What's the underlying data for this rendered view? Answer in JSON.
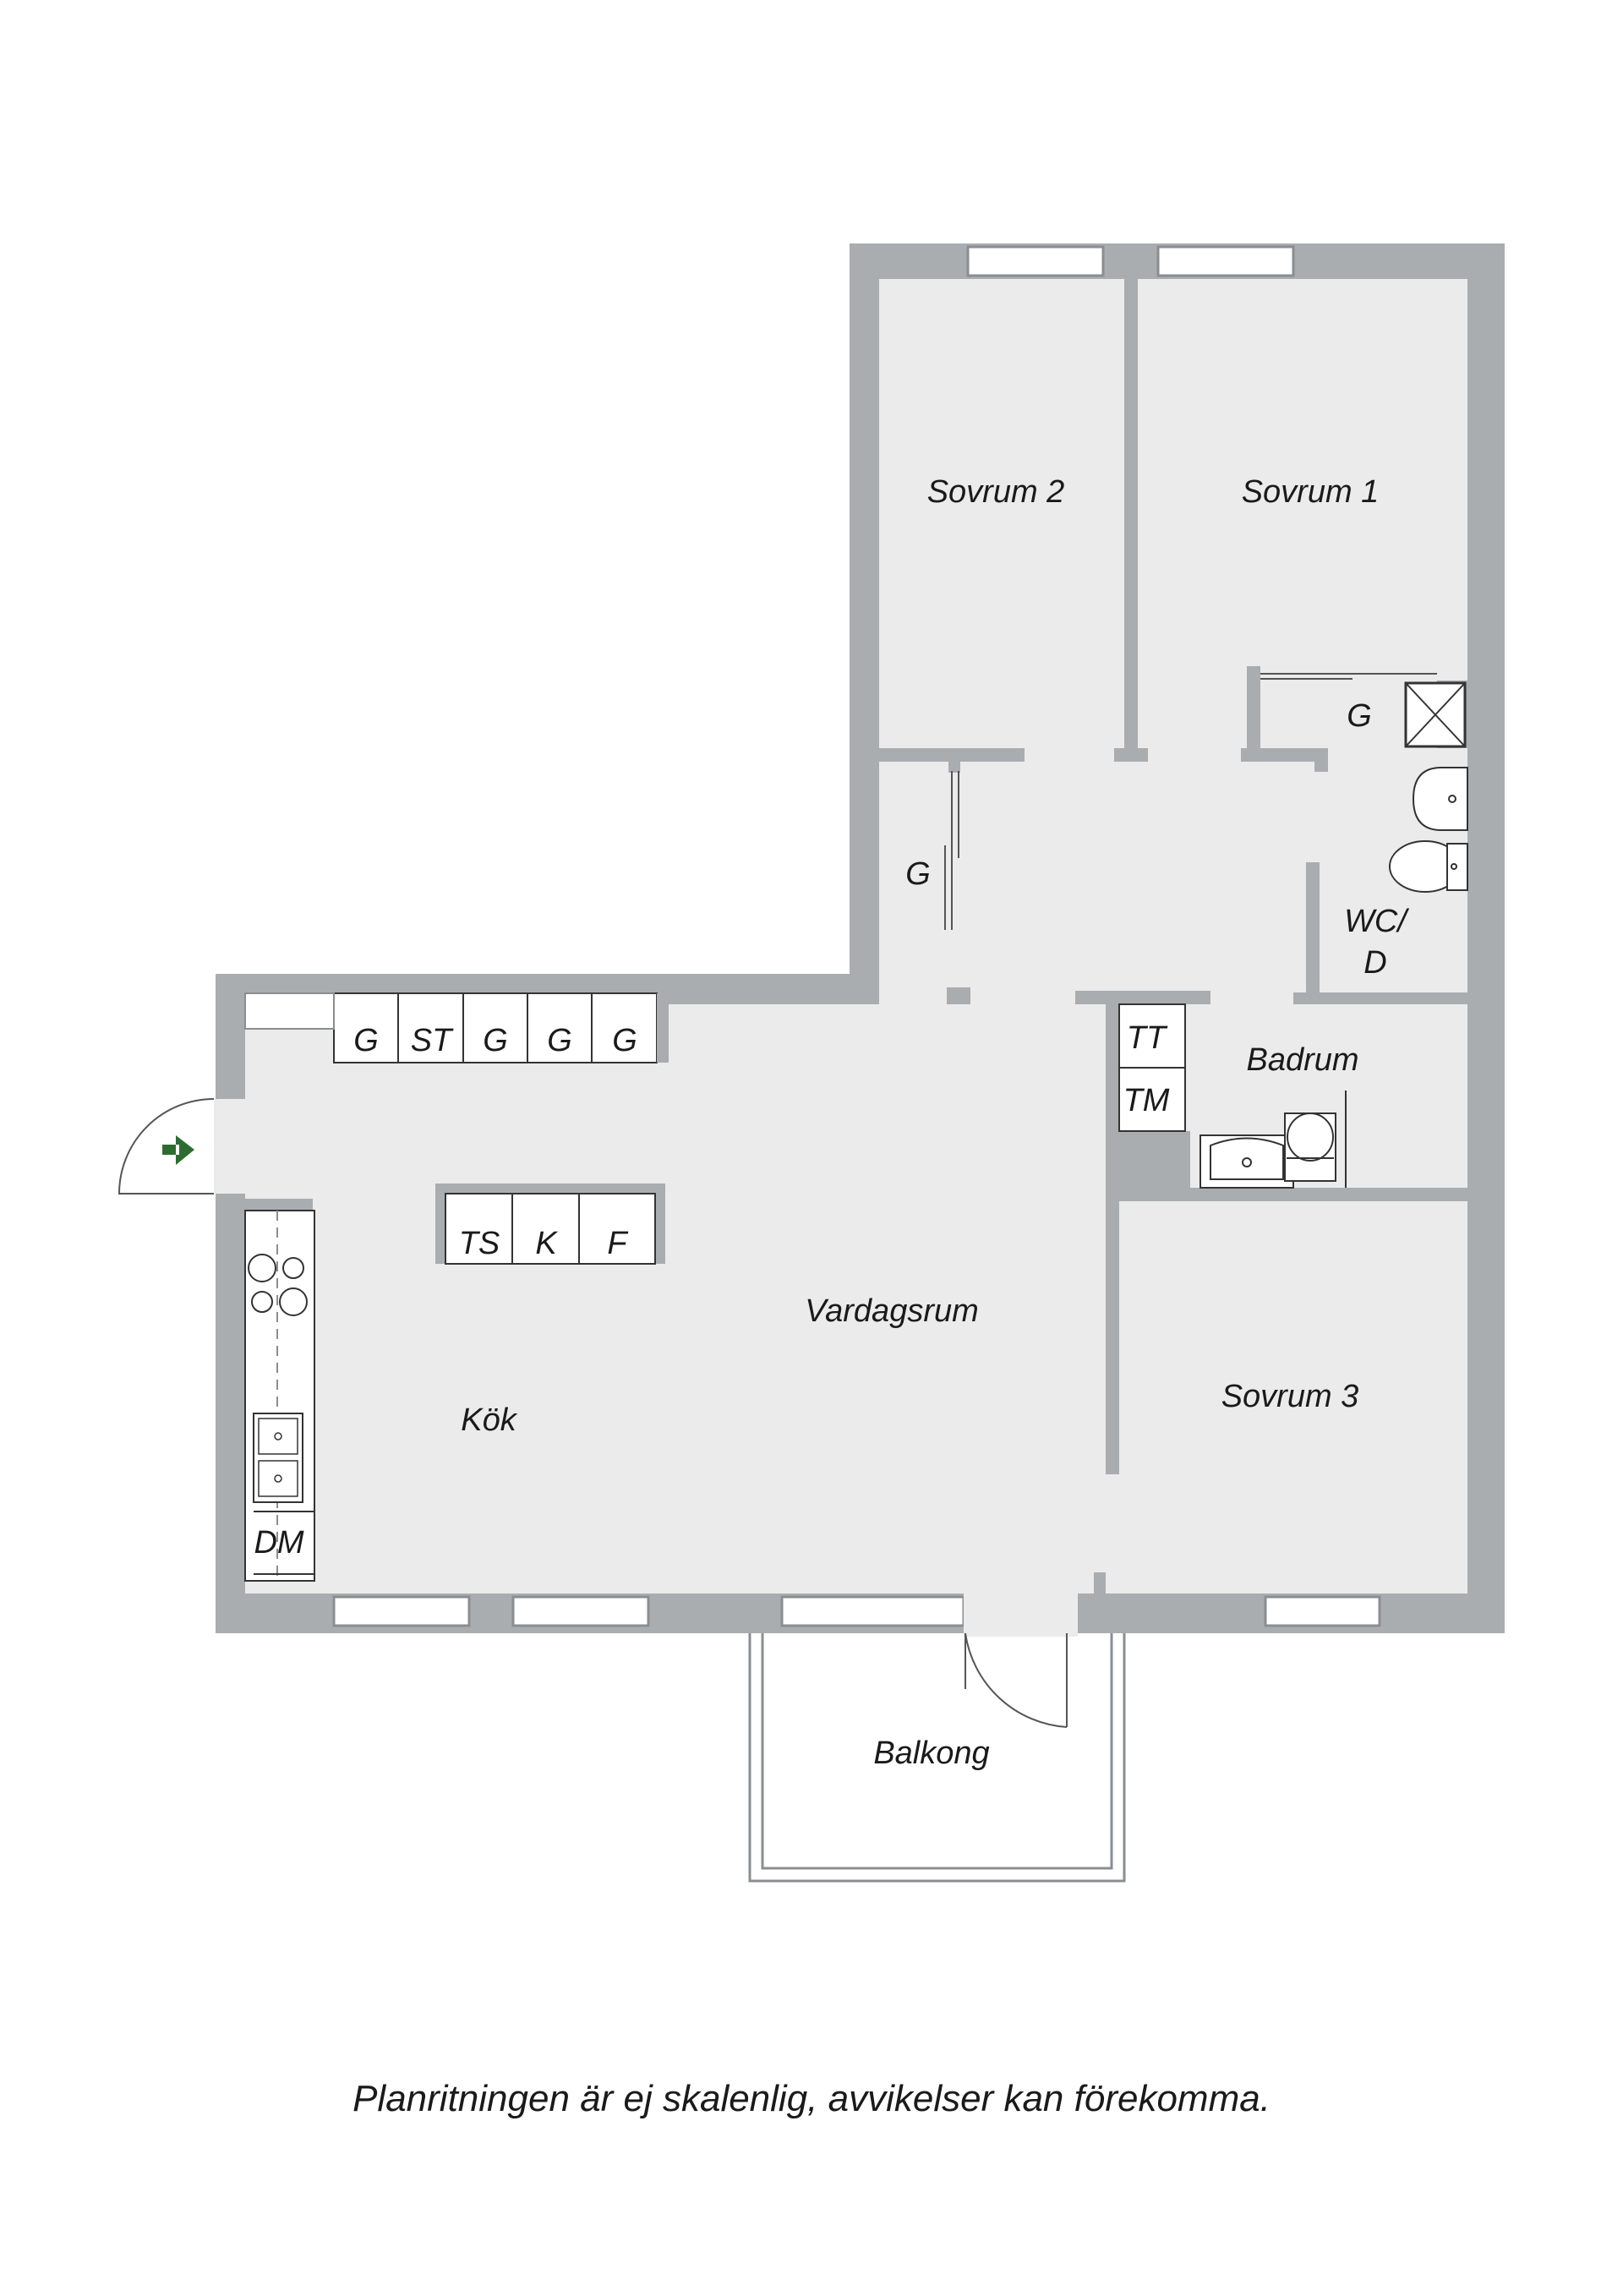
{
  "rooms": {
    "sovrum2": "Sovrum 2",
    "sovrum1": "Sovrum 1",
    "sovrum3": "Sovrum 3",
    "vardagsrum": "Vardagsrum",
    "kok": "Kök",
    "badrum": "Badrum",
    "balkong": "Balkong",
    "wc_line1": "WC/",
    "wc_line2": "D"
  },
  "units": {
    "kitchen_upper": [
      "G",
      "ST",
      "G",
      "G",
      "G"
    ],
    "island": [
      "TS",
      "K",
      "F"
    ],
    "closet_hall": "G",
    "closet_bedroom1": "G",
    "laundry": [
      "TT",
      "TM"
    ],
    "dishwasher": "DM"
  },
  "icons": {
    "entrance": "entrance-arrow-icon"
  },
  "colors": {
    "wall": "#a9adb0",
    "floor": "#ebebeb",
    "line": "#8a8e91",
    "entrance": "#2e6b30"
  },
  "disclaimer": "Planritningen är ej skalenlig, avvikelser kan förekomma."
}
